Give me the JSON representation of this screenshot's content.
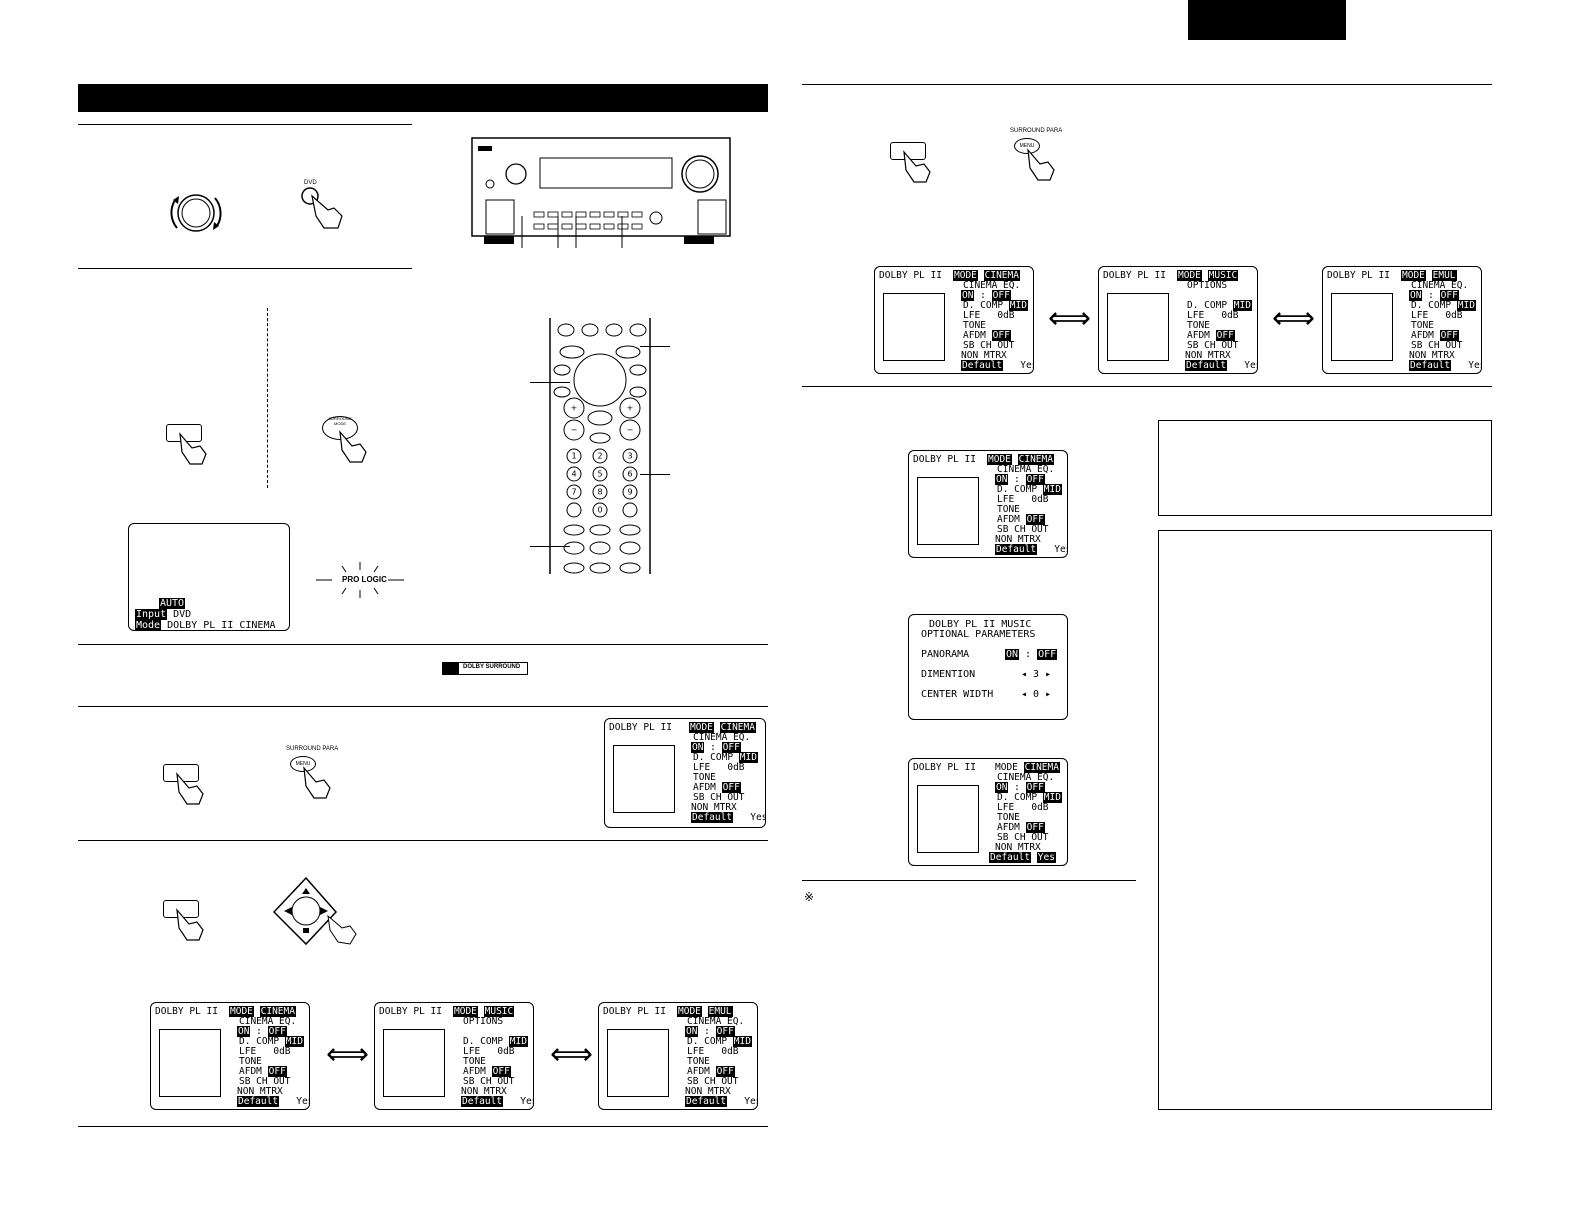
{
  "osd_dolby_cinema": {
    "title": "DOLBY PL II",
    "mode": "MODE",
    "mode_value": "CINEMA",
    "cinema_eq": "CINEMA EQ.",
    "on": "ON",
    "off": "OFF",
    "d_comp": "D. COMP",
    "d_comp_value": "MID",
    "lfe": "LFE",
    "lfe_value": "0dB",
    "tone": "TONE",
    "afdm": "AFDM",
    "afdm_value": "OFF",
    "sb_ch_out": "SB CH OUT",
    "sb_value": "NON MTRX",
    "default": "Default",
    "yes": "Yes"
  },
  "osd_dolby_music": {
    "title": "DOLBY PL II",
    "mode": "MODE",
    "mode_value": "MUSIC",
    "options": "OPTIONS",
    "d_comp": "D. COMP",
    "d_comp_value": "MID",
    "lfe": "LFE",
    "lfe_value": "0dB",
    "tone": "TONE",
    "afdm": "AFDM",
    "afdm_value": "OFF",
    "sb_ch_out": "SB CH OUT",
    "sb_value": "NON MTRX",
    "default": "Default",
    "yes": "Yes"
  },
  "osd_dolby_emul": {
    "title": "DOLBY PL II",
    "mode": "MODE",
    "mode_value": "EMUL",
    "cinema_eq": "CINEMA EQ.",
    "on": "ON",
    "off": "OFF",
    "d_comp": "D. COMP",
    "d_comp_value": "MID",
    "lfe": "LFE",
    "lfe_value": "0dB",
    "tone": "TONE",
    "afdm": "AFDM",
    "afdm_value": "OFF",
    "sb_ch_out": "SB CH OUT",
    "sb_value": "NON MTRX",
    "default": "Default",
    "yes": "Yes"
  },
  "osd_music_options": {
    "title1": "DOLBY PL II MUSIC",
    "title2": "OPTIONAL PARAMETERS",
    "panorama": "PANORAMA",
    "on": "ON",
    "off": "OFF",
    "dimention": "DIMENTION",
    "dimention_value": "3",
    "center_width": "CENTER WIDTH",
    "center_width_value": "0"
  },
  "input_osd": {
    "auto": "AUTO",
    "input_label": "Input",
    "input_value": "DVD",
    "mode_label": "Mode",
    "mode_value": "DOLBY PL II CINEMA"
  },
  "logos": {
    "pro_logic": "PRO LOGIC",
    "dolby_surround": "DOLBY SURROUND"
  },
  "remote": {
    "surround_para": "SURROUND PARA",
    "menu": "MENU",
    "dvd": "DVD"
  },
  "note_symbol": "※"
}
